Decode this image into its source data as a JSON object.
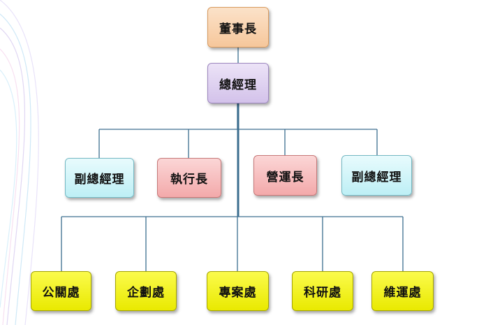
{
  "chart": {
    "top": {
      "label": "董事長"
    },
    "gm": {
      "label": "總經理"
    },
    "level2": [
      {
        "label": "副總經理",
        "color": "#bdeff5"
      },
      {
        "label": "執行長",
        "color": "#f3a9aa"
      },
      {
        "label": "營運長",
        "color": "#f3a9aa"
      },
      {
        "label": "副總經理",
        "color": "#bdeff5"
      }
    ],
    "level3": [
      {
        "label": "公關處",
        "color": "#f0f000"
      },
      {
        "label": "企劃處",
        "color": "#f0f000"
      },
      {
        "label": "專案處",
        "color": "#f0f000"
      },
      {
        "label": "科研處",
        "color": "#f0f000"
      },
      {
        "label": "維運處",
        "color": "#f0f000"
      }
    ]
  }
}
